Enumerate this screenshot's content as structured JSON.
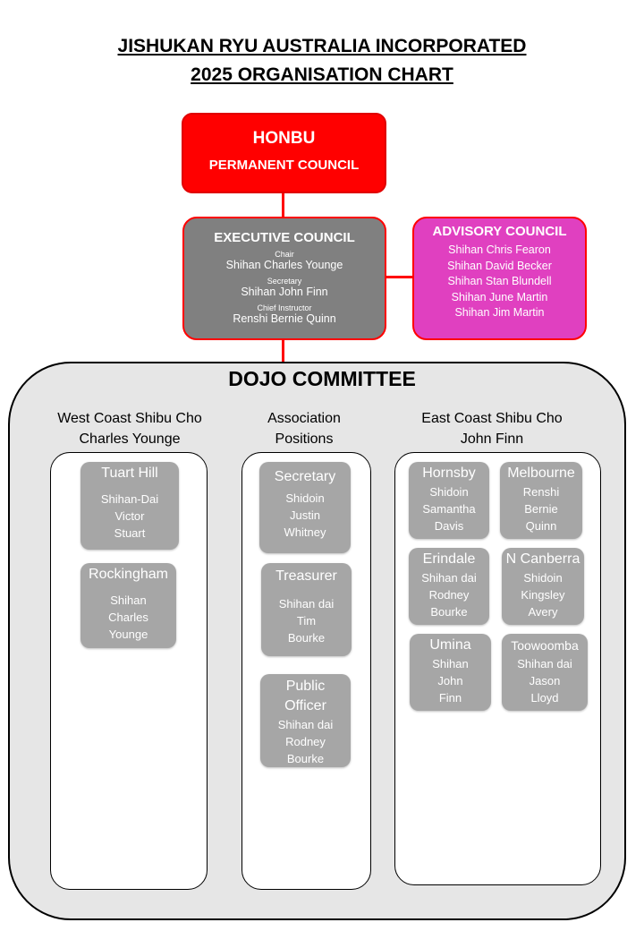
{
  "title": {
    "line1": "JISHUKAN RYU AUSTRALIA INCORPORATED",
    "line2": "2025 ORGANISATION CHART"
  },
  "honbu": {
    "title": "HONBU",
    "subtitle": "PERMANENT COUNCIL"
  },
  "executive": {
    "title": "EXECUTIVE COUNCIL",
    "roles": [
      {
        "role": "Chair",
        "name": "Shihan Charles Younge"
      },
      {
        "role": "Secretary",
        "name": "Shihan  John Finn"
      },
      {
        "role": "Chief Instructor",
        "name": "Renshi Bernie Quinn"
      }
    ]
  },
  "advisory": {
    "title": "ADVISORY COUNCIL",
    "members": [
      "Shihan Chris Fearon",
      "Shihan David Becker",
      "Shihan Stan Blundell",
      "Shihan June Martin",
      "Shihan Jim Martin"
    ]
  },
  "dojo": {
    "title": "DOJO COMMITTEE",
    "west": {
      "heading1": "West Coast Shibu Cho",
      "heading2": "Charles Younge",
      "cards": [
        {
          "name": "Tuart Hill",
          "lines": [
            "Shihan-Dai",
            "Victor",
            "Stuart"
          ]
        },
        {
          "name": "Rockingham",
          "lines": [
            "Shihan",
            "Charles",
            "Younge"
          ]
        }
      ]
    },
    "assoc": {
      "heading1": "Association",
      "heading2": "Positions",
      "cards": [
        {
          "name": "Secretary",
          "lines": [
            "Shidoin",
            "Justin",
            "Whitney"
          ]
        },
        {
          "name": "Treasurer",
          "lines": [
            "Shihan dai",
            "Tim",
            "Bourke"
          ]
        },
        {
          "name": "Public",
          "name2": "Officer",
          "lines": [
            "Shihan dai",
            "Rodney",
            "Bourke"
          ]
        }
      ]
    },
    "east": {
      "heading1": "East Coast Shibu Cho",
      "heading2": "John Finn",
      "cards": [
        {
          "name": "Hornsby",
          "lines": [
            "Shidoin",
            "Samantha",
            "Davis"
          ]
        },
        {
          "name": "Melbourne",
          "lines": [
            "Renshi",
            "Bernie",
            "Quinn"
          ]
        },
        {
          "name": "Erindale",
          "lines": [
            "Shihan dai",
            "Rodney",
            "Bourke"
          ]
        },
        {
          "name": "N Canberra",
          "lines": [
            "Shidoin",
            "Kingsley",
            "Avery"
          ]
        },
        {
          "name": "Umina",
          "lines": [
            "Shihan",
            "John",
            "Finn"
          ]
        },
        {
          "name": "Toowoomba",
          "lines": [
            "Shihan dai",
            "Jason",
            "Lloyd"
          ]
        }
      ]
    }
  }
}
